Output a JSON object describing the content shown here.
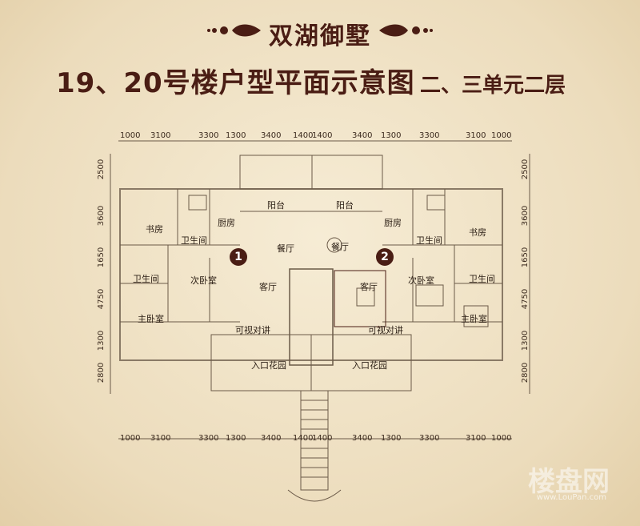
{
  "header": {
    "brand": "双湖御墅",
    "title": "19、20号楼户型平面示意图",
    "subtitle": "二、三单元二层"
  },
  "dimensions": {
    "top": [
      "1000",
      "3100",
      "3300",
      "1300",
      "3400",
      "1400",
      "1400",
      "3400",
      "1300",
      "3300",
      "3100",
      "1000"
    ],
    "bottom": [
      "1000",
      "3100",
      "3300",
      "1300",
      "3400",
      "1400",
      "1400",
      "3400",
      "1300",
      "3300",
      "3100",
      "1000"
    ],
    "left": [
      "2500",
      "3600",
      "1650",
      "4750",
      "1300",
      "2800"
    ],
    "right": [
      "2500",
      "3600",
      "1650",
      "4750",
      "1300",
      "2800"
    ]
  },
  "rooms": {
    "unit1": {
      "balcony": "阳台",
      "study": "书房",
      "bath1": "卫生间",
      "kitchen": "厨房",
      "dining": "餐厅",
      "bath2": "卫生间",
      "second_bed": "次卧室",
      "living": "客厅",
      "master": "主卧室",
      "intercom": "可视对讲",
      "garden": "入口花园"
    },
    "unit2": {
      "balcony": "阳台",
      "kitchen": "厨房",
      "bath1": "卫生间",
      "study": "书房",
      "dining": "餐厅",
      "living": "客厅",
      "second_bed": "次卧室",
      "bath2": "卫生间",
      "master": "主卧室",
      "intercom": "可视对讲",
      "garden": "入口花园"
    }
  },
  "markers": {
    "unit1": "1",
    "unit2": "2"
  },
  "watermark": {
    "text": "楼盘网",
    "url": "www.LouPan.com"
  },
  "colors": {
    "title": "#4a1d14",
    "wall": "#6b5a48",
    "background": "#efe3c8"
  }
}
